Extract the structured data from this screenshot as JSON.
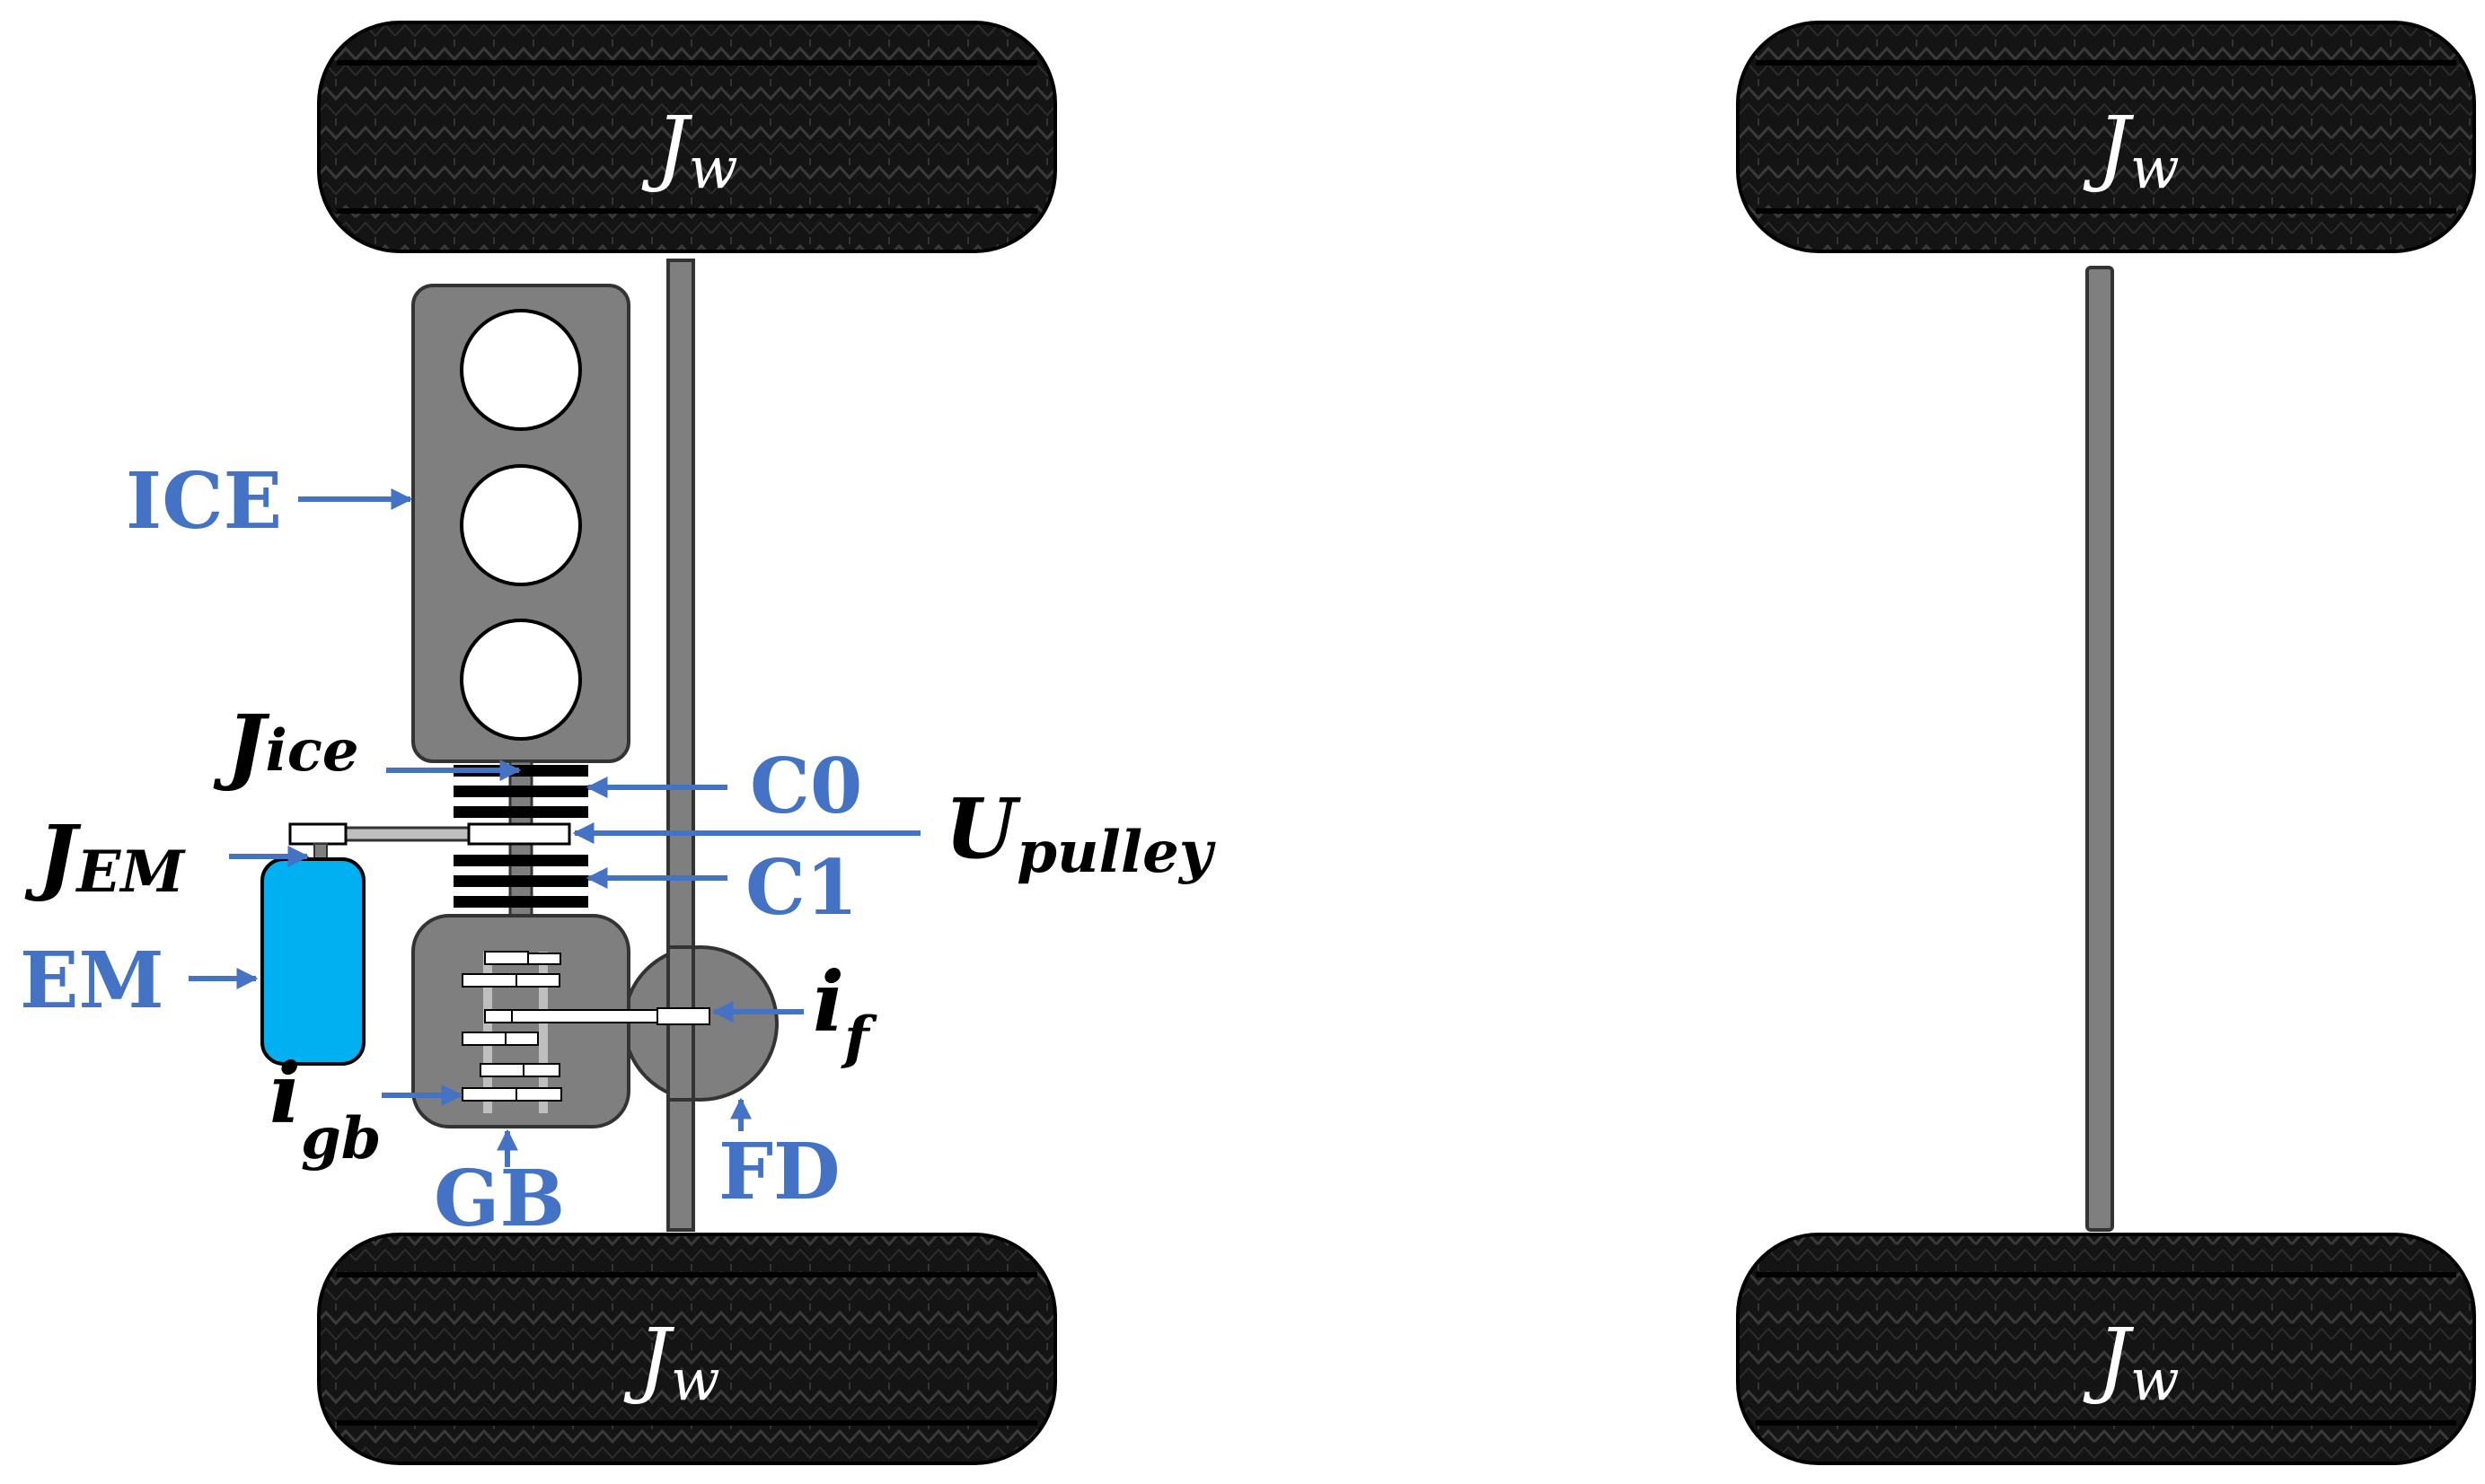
{
  "labels": {
    "ice": "ICE",
    "em": "EM",
    "gb": "GB",
    "fd": "FD",
    "c0": "C0",
    "c1": "C1",
    "j_ice_base": "J",
    "j_ice_sub": "ice",
    "j_em_base": "J",
    "j_em_sub": "EM",
    "u_pulley_base": "U",
    "u_pulley_sub": "pulley",
    "i_f_base": "i",
    "i_f_sub": "f",
    "i_gb_base": "i",
    "i_gb_sub": "gb",
    "j_w_base": "J",
    "j_w_sub": "w"
  },
  "colors": {
    "label_blue": "#4472C4",
    "component_gray": "#7F7F7F",
    "motor_cyan": "#00B0F0",
    "tire_black": "#111111"
  },
  "icons": [
    "tire-icon",
    "engine-cylinder-icon",
    "electric-motor-icon",
    "clutch-icon",
    "pulley-icon",
    "gearbox-icon",
    "final-drive-icon",
    "arrow-icon"
  ]
}
